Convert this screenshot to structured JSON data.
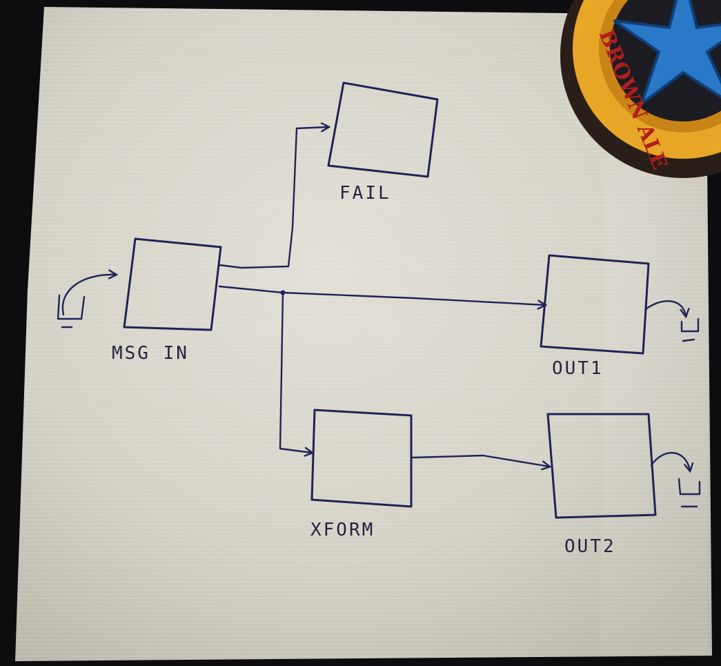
{
  "diagram": {
    "nodes": [
      {
        "id": "msg_in",
        "label": "MSG IN"
      },
      {
        "id": "fail",
        "label": "FAIL"
      },
      {
        "id": "out1",
        "label": "OUT1"
      },
      {
        "id": "xform",
        "label": "XFORM"
      },
      {
        "id": "out2",
        "label": "OUT2"
      }
    ],
    "edges": [
      {
        "from": "msg_in",
        "to": "fail"
      },
      {
        "from": "msg_in",
        "to": "out1"
      },
      {
        "from": "msg_in",
        "to": "xform"
      },
      {
        "from": "xform",
        "to": "out2"
      }
    ],
    "coaster_text": "BROWN ALE",
    "colors": {
      "ink": "#1f2257",
      "napkin": "#d6d3c8",
      "coaster_gold": "#e8a627",
      "coaster_star": "#2a78c8"
    }
  }
}
